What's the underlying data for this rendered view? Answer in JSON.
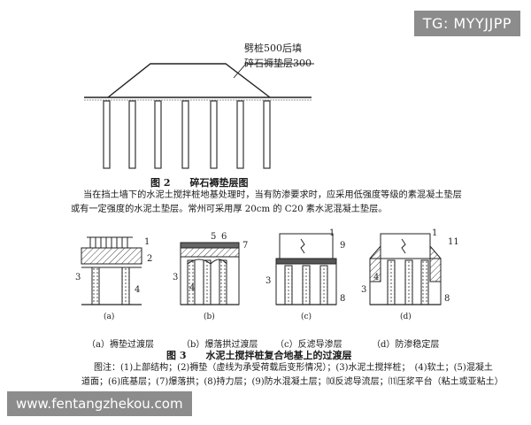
{
  "watermarks": {
    "tg": "TG: MYYJJPP",
    "site": "www.fentangzhekou.com"
  },
  "figure2": {
    "annotation_line1": "劈桩500后填",
    "annotation_line2": "碎石褥垫层300",
    "caption": "图 2　　碎石褥垫层图"
  },
  "paragraph": {
    "line1": "当在挡土墙下的水泥土搅拌桩地基处理时，当有防渗要求时，应采用低强度等级的素混凝土垫层",
    "line2": "或有一定强度的水泥土垫层。常州可采用厚 20cm 的 C20 素水泥混凝土垫层。"
  },
  "figure3": {
    "sub_a": {
      "letter": "(a)",
      "label": "（a）褥垫过渡层",
      "callouts": [
        "1",
        "2",
        "3",
        "4"
      ]
    },
    "sub_b": {
      "letter": "(b)",
      "label": "（b）爆落拱过渡层",
      "callouts": [
        "5",
        "6",
        "7",
        "3",
        "4"
      ]
    },
    "sub_c": {
      "letter": "(c)",
      "label": "（c）反滤导渗层",
      "callouts": [
        "1",
        "9",
        "3",
        "8"
      ]
    },
    "sub_d": {
      "letter": "(d)",
      "label": "（d）防渗稳定层",
      "callouts": [
        "1",
        "11",
        "4",
        "3",
        "8"
      ]
    },
    "caption": "图 3　　水泥土搅拌桩复合地基上的过渡层",
    "note_line1": "图注：(1)上部结构；(2)褥垫（虚线为承受荷载后变形情况）；(3)水泥土搅拌桩；　(4)软土；(5)混凝土",
    "note_line2": "道面；(6)底基层；(7)爆落拱；(8)持力层；(9)防水混凝土层；⑽反滤导流层；⑾压浆平台（粘土或亚粘土）"
  }
}
